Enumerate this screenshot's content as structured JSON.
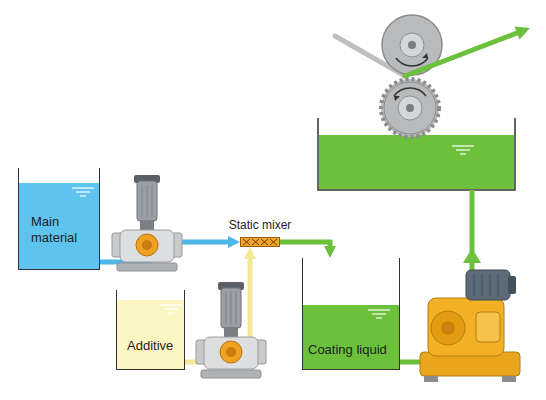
{
  "diagram": {
    "nodes": [
      {
        "text": [
          "Main material"
        ]
      },
      {
        "text": [
          "Static mixer"
        ]
      },
      {
        "text": [
          "Additive"
        ]
      },
      {
        "text": [
          "Coating liquid"
        ]
      }
    ],
    "edges": [
      {
        "from": 0,
        "to": 1,
        "arrow": "to"
      },
      {
        "from": 2,
        "to": 1,
        "arrow": "to"
      },
      {
        "from": 1,
        "to": 3,
        "arrow": "to"
      }
    ]
  }
}
